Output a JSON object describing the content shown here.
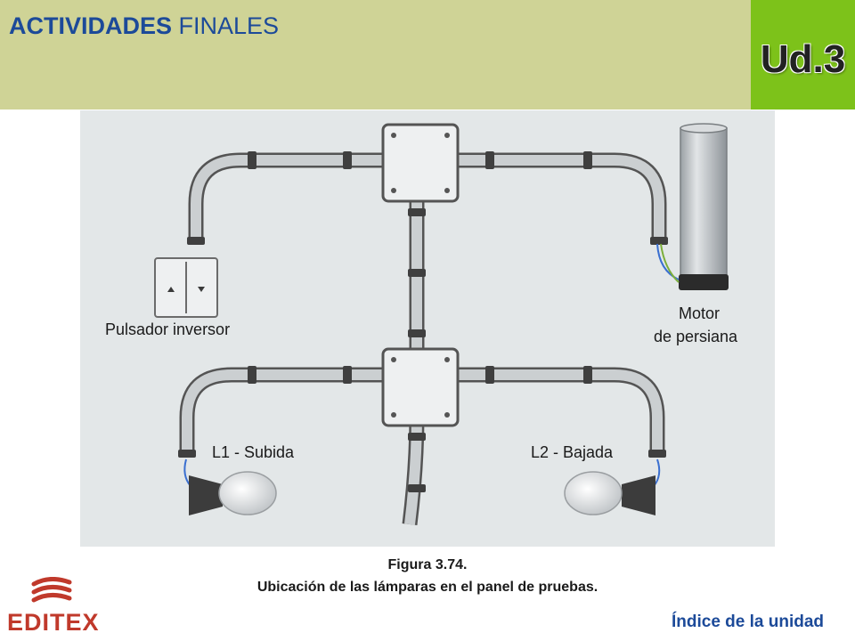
{
  "header": {
    "title_strong": "ACTIVIDADES",
    "title_light": "FINALES",
    "unit_badge": "Ud.3"
  },
  "diagram": {
    "labels": {
      "pulsador": "Pulsador inversor",
      "motor_line1": "Motor",
      "motor_line2": "de persiana",
      "lamp_1": "L1 - Subida",
      "lamp_2": "L2 - Bajada"
    }
  },
  "caption": {
    "line1": "Figura 3.74.",
    "line2": "Ubicación de las lámparas en el panel de pruebas."
  },
  "footer": {
    "logo_text": "EDITEX",
    "index_link": "Índice de la unidad"
  },
  "colors": {
    "header_bg": "#cfd396",
    "badge_bg": "#7dc21a",
    "title_blue": "#1c4a99",
    "panel_bg": "#e3e7e8",
    "logo_red": "#c0392b"
  }
}
